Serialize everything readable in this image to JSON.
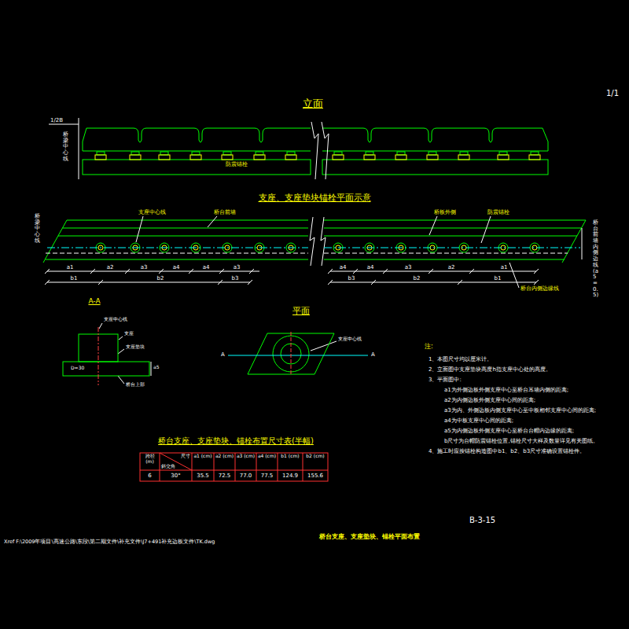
{
  "diagram": {
    "title": "桥台支座、支座垫块、锚栓平面布置",
    "labels": [
      "1/1",
      "立面",
      "1/2B",
      "桥梁中心线",
      "防震锚栓",
      "支座、支座垫块锚栓平面示意",
      "支座中心线",
      "桥台前墙",
      "桥板外侧",
      "防震锚栓",
      "桥梁中心线",
      "桥台前墙内侧边线(a5=0.5)",
      "桥台内侧边缘线",
      "a1",
      "a2",
      "a3",
      "a4",
      "a4",
      "a3",
      "b1",
      "b2",
      "b3",
      "a4",
      "a4",
      "a3",
      "a2",
      "a1",
      "b3",
      "b2",
      "b1",
      "A-A",
      "支座中心线",
      "支座",
      "支座垫块",
      "D=30",
      "a5",
      "桥台上部",
      "平面",
      "支座中心线",
      "A",
      "A",
      "注:",
      "1、本图尺寸均以厘米计。",
      "2、立面图中支座垫块高度h指支座中心处的高度。",
      "3、平面图中:",
      "a1为外侧边板外侧支座中心至桥台耳墙内侧的距离;",
      "a2为内侧边板外侧支座中心间的距离;",
      "a3为内、外侧边板内侧支座中心至中板相邻支座中心间的距离;",
      "a4为中板支座中心间的距离;",
      "a5为内侧边板外侧支座中心至桥台台帽内边缘的距离;",
      "b尺寸为台帽防震锚栓位置,锚栓尺寸大样及数量详见有关图纸。",
      "4、施工时应按锚栓构造图中b1、b2、b3尺寸准确设置锚栓件。",
      "桥台支座、支座垫块、锚栓布置尺寸表(半幅)",
      "跨径 (m)",
      "尺寸",
      "斜交角",
      "a1 (cm)",
      "a2 (cm)",
      "a3 (cm)",
      "a4 (cm)",
      "b1 (cm)",
      "b2 (cm)",
      "6",
      "30°",
      "35.5",
      "72.5",
      "77.0",
      "77.5",
      "124.9",
      "155.6",
      "B-3-15",
      "Xref F:\\2009年项目\\高速公路\\东段\\第二期文件\\补充文件\\J7+491补充边板文件\\TK.dwg"
    ]
  }
}
